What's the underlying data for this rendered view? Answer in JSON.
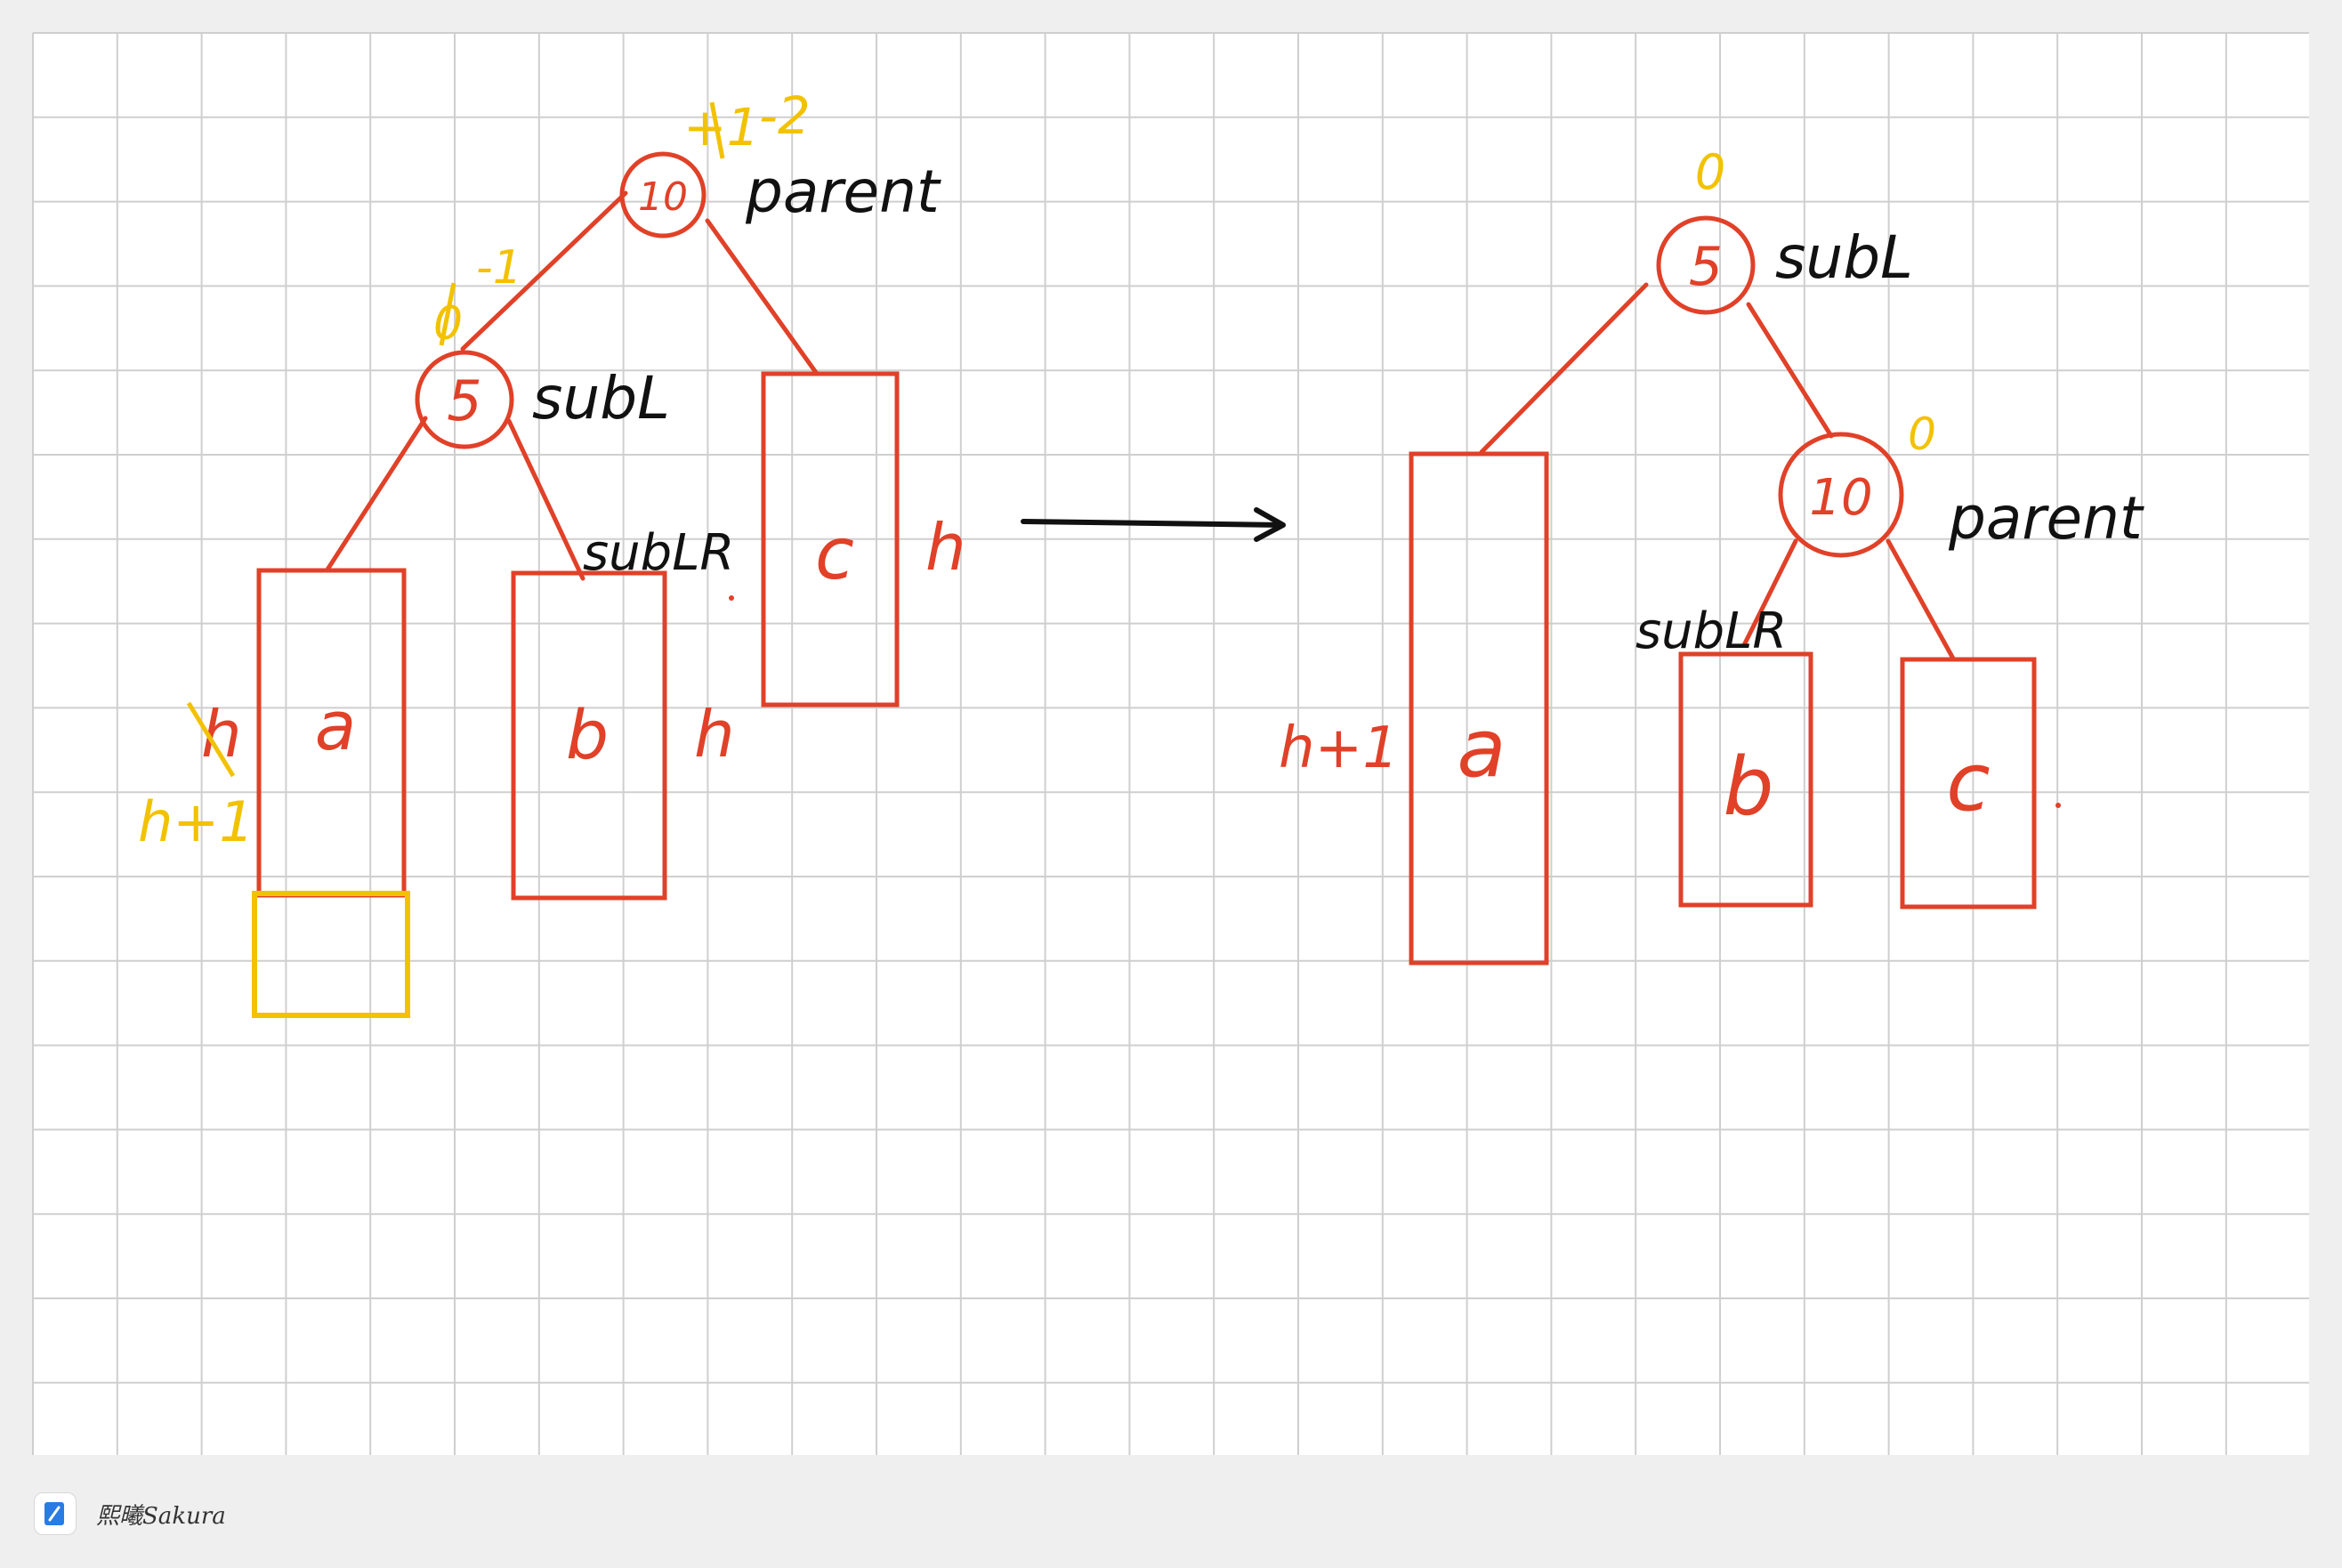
{
  "colors": {
    "background": "#efefef",
    "grid_paper": "#ffffff",
    "grid_line": "#cfcfcf",
    "tree_red": "#e04128",
    "annotation_yellow": "#f2c200",
    "ink_black": "#111111"
  },
  "before": {
    "parent": {
      "key": "10",
      "name": "parent",
      "bf_old": "+1",
      "bf_new": "-2"
    },
    "subL": {
      "key": "5",
      "name": "subL",
      "bf_old": "0",
      "bf_new": "-1"
    },
    "subLR": {
      "name": "subLR"
    },
    "subtrees": [
      {
        "label": "a",
        "height_old": "h",
        "height_new": "h+1"
      },
      {
        "label": "b",
        "height": "h"
      },
      {
        "label": "c",
        "height": "h"
      }
    ]
  },
  "arrow": {
    "icon": "arrow-right-icon"
  },
  "after": {
    "root": {
      "key": "5",
      "name": "subL",
      "bf": "0"
    },
    "child": {
      "key": "10",
      "name": "parent",
      "bf": "0"
    },
    "subLR": {
      "name": "subLR"
    },
    "subtrees": [
      {
        "label": "a",
        "height": "h+1"
      },
      {
        "label": "b"
      },
      {
        "label": "c"
      }
    ]
  },
  "footer": {
    "app_icon": "note-app-icon",
    "author": "熙曦Sakura"
  }
}
